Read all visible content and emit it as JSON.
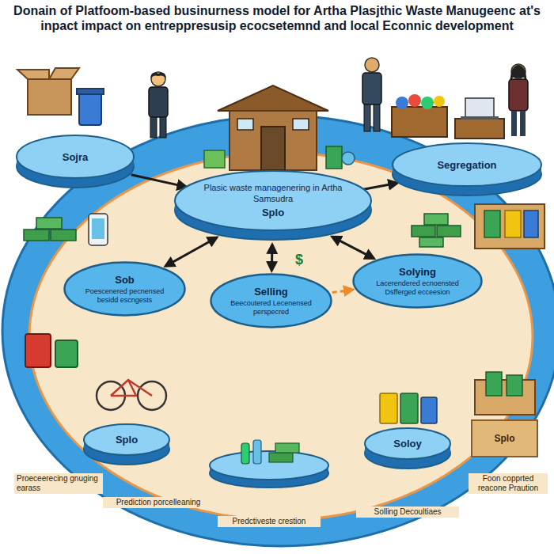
{
  "diagram": {
    "title": "Donain of Platfoom-based businurness model for Artha Plasjthic Waste Manugeenc at's inpact impact on entreppresusip ecocsetemnd and local Econnic development",
    "nodes": [
      {
        "text": [
          "Sojra"
        ]
      },
      {
        "text": [
          "Plasic waste managenering in Artha Samsudra",
          "Splo"
        ]
      },
      {
        "text": [
          "Segregation"
        ]
      },
      {
        "text": [
          "Sob",
          "Poescenered pecnensed besidd escngests"
        ]
      },
      {
        "text": [
          "Selling",
          "Beecoutered Lecenensed perspecred"
        ]
      },
      {
        "text": [
          "Solying",
          "Lacerendered ecnoensted Dsfferged ecceesion"
        ]
      },
      {
        "text": [
          "Splo"
        ]
      },
      {
        "text": [
          "Soloy"
        ]
      },
      {
        "text": [
          "Splo"
        ]
      }
    ],
    "edges": [
      {
        "from": 0,
        "to": 1,
        "arrow": "to"
      },
      {
        "from": 1,
        "to": 3,
        "arrow": "both"
      },
      {
        "from": 1,
        "to": 4,
        "arrow": "both"
      },
      {
        "from": 1,
        "to": 5,
        "arrow": "both"
      },
      {
        "from": 4,
        "to": 5,
        "arrow": "to"
      },
      {
        "from": 1,
        "to": 2,
        "arrow": "to"
      }
    ],
    "labels": [
      "$",
      "Proeceerecing gnuging earass",
      "Prediction porcelleaning",
      "Predctiveste crestion",
      "Solling Decoultiaes",
      "Foon copprted reacone Praution"
    ]
  }
}
